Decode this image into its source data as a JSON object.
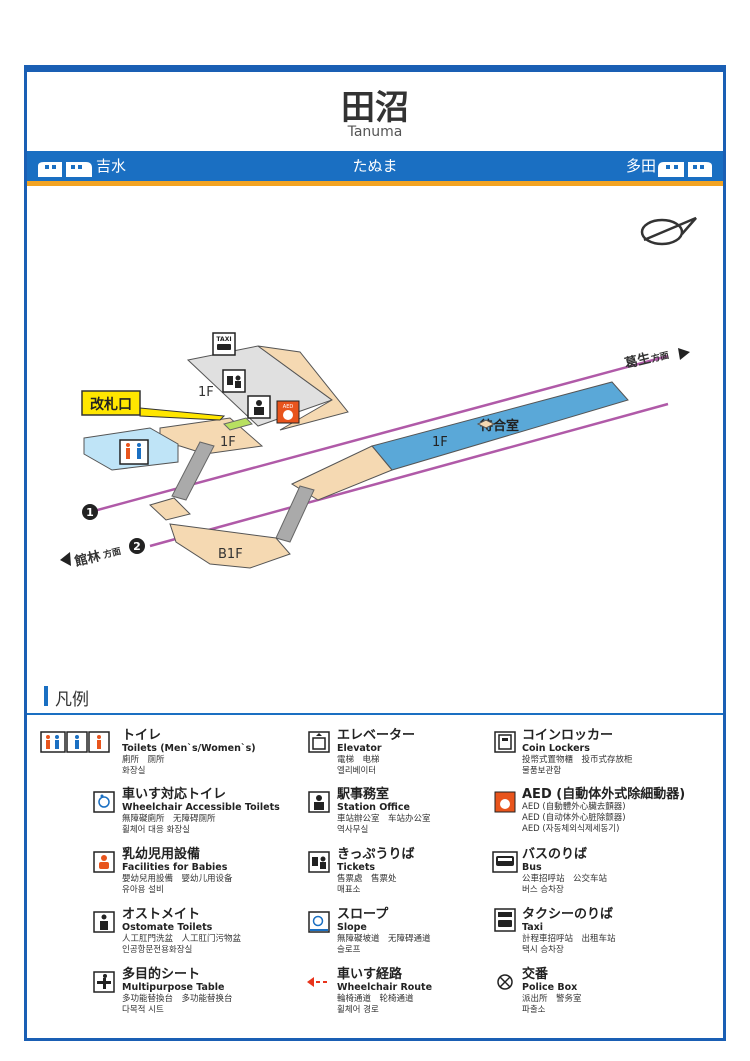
{
  "station": {
    "name": "田沼",
    "romaji": "Tanuma",
    "kana": "たぬま",
    "prev_station": "吉水",
    "next_station": "多田"
  },
  "map": {
    "gate_label": "改札口",
    "taxi_icon_text": "TAXI",
    "aed_icon_text": "AED",
    "floor_1f_a": "1F",
    "floor_1f_b": "1F",
    "floor_1f_platform": "1F",
    "floor_b1f": "B1F",
    "waiting_room": "待合室",
    "direction_kuzu": "葛生",
    "direction_tatebayashi": "館林",
    "direction_suffix": "方面",
    "track_1": "1",
    "track_2": "2"
  },
  "legend": {
    "title": "凡例",
    "items": [
      {
        "jp": "トイレ",
        "en": "Toilets (Men`s/Women`s)",
        "sub1": "廁所　厕所",
        "sub2": "화장실"
      },
      {
        "jp": "車いす対応トイレ",
        "en": "Wheelchair Accessible Toilets",
        "sub1": "無障礙廁所　无障碍厕所",
        "sub2": "휠체어 대응 화장실"
      },
      {
        "jp": "乳幼児用設備",
        "en": "Facilities for Babies",
        "sub1": "嬰幼兒用設備　婴幼儿用设备",
        "sub2": "유아용 설비"
      },
      {
        "jp": "オストメイト",
        "en": "Ostomate Toilets",
        "sub1": "人工肛門洗盆　人工肛门污物盆",
        "sub2": "인공항문전용화장실"
      },
      {
        "jp": "多目的シート",
        "en": "Multipurpose Table",
        "sub1": "多功能替換台　多功能替换台",
        "sub2": "다목적 시트"
      },
      {
        "jp": "エレベーター",
        "en": "Elevator",
        "sub1": "電梯　电梯",
        "sub2": "엘리베이터"
      },
      {
        "jp": "駅事務室",
        "en": "Station Office",
        "sub1": "車站辦公室　车站办公室",
        "sub2": "역사무실"
      },
      {
        "jp": "きっぷうりば",
        "en": "Tickets",
        "sub1": "售票處　售票处",
        "sub2": "매표소"
      },
      {
        "jp": "スロープ",
        "en": "Slope",
        "sub1": "無障礙坡道　无障碍通道",
        "sub2": "슬로프"
      },
      {
        "jp": "車いす経路",
        "en": "Wheelchair Route",
        "sub1": "輪椅通道　轮椅通道",
        "sub2": "휠체어 경로"
      },
      {
        "jp": "コインロッカー",
        "en": "Coin Lockers",
        "sub1": "投幣式置物櫃　投币式存放柜",
        "sub2": "물품보관함"
      },
      {
        "jp": "AED (自動体外式除細動器)",
        "en": "AED (自動體外心臟去顫器)",
        "sub1": "AED (自动体外心脏除颤器)",
        "sub2": "AED (자동체외식제세동기)"
      },
      {
        "jp": "バスのりば",
        "en": "Bus",
        "sub1": "公車招呼站　公交车站",
        "sub2": "버스 승차장"
      },
      {
        "jp": "タクシーのりば",
        "en": "Taxi",
        "sub1": "計程車招呼站　出租车站",
        "sub2": "택시 승차장"
      },
      {
        "jp": "交番",
        "en": "Police Box",
        "sub1": "派出所　警务室",
        "sub2": "파출소"
      }
    ]
  },
  "colors": {
    "frame_blue": "#1a5fb4",
    "bar_blue": "#1a6fc2",
    "bar_orange": "#f2a322",
    "platform_blue": "#5aa8d8",
    "floor_tan": "#f5d9b2",
    "floor_gray": "#e0e0e0",
    "track_purple": "#b05aa8",
    "gate_yellow": "#ffe600",
    "aed_orange": "#e8541c"
  }
}
